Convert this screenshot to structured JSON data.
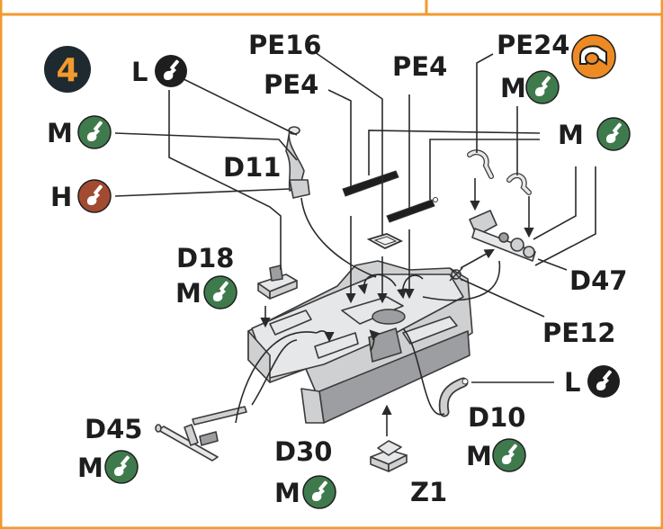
{
  "step": {
    "number": "4"
  },
  "labels": {
    "pe16": "PE16",
    "pe4_left": "PE4",
    "pe4_right": "PE4",
    "pe24": "PE24",
    "d11": "D11",
    "d18": "D18",
    "d47": "D47",
    "pe12": "PE12",
    "d45": "D45",
    "d30": "D30",
    "d10": "D10",
    "z1": "Z1"
  },
  "lubricants": {
    "l_top": "L",
    "m_top_right": "M",
    "m_upper_left": "M",
    "m_right": "M",
    "h_left": "H",
    "m_d18": "M",
    "l_right": "L",
    "m_d10": "M",
    "m_d45": "M",
    "m_d30": "M"
  },
  "colors": {
    "frame_border": "#f29a2e",
    "step_badge": "#1f2a30",
    "brush_L": "#1e1e1e",
    "brush_M": "#3f7a4c",
    "brush_H": "#a24a32",
    "pe24_badge": "#ee8a23",
    "part_fill": "#cfd0d2"
  },
  "icons": {
    "lubricant": "brush-icon",
    "pe24": "tape-roll-icon"
  }
}
